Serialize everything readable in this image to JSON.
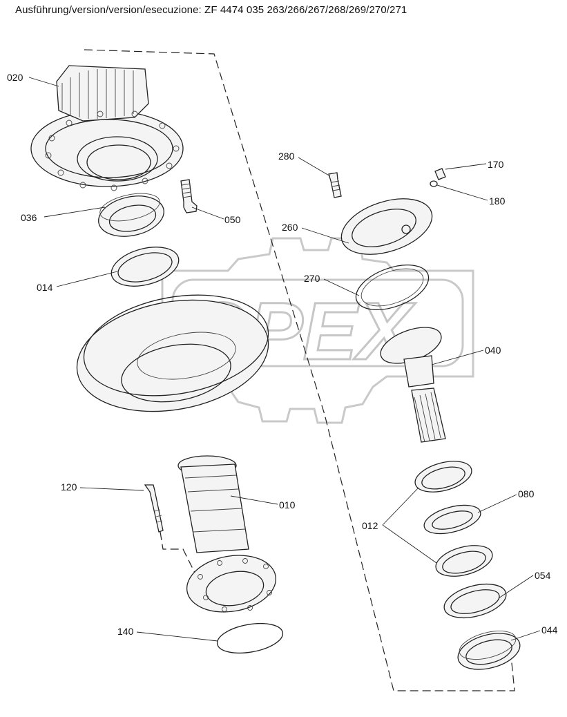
{
  "title": "Ausführung/version/version/esecuzione: ZF 4474 035 263/266/267/268/269/270/271",
  "watermark": "OPEX",
  "callouts": {
    "c020": "020",
    "c036": "036",
    "c014": "014",
    "c050": "050",
    "c280": "280",
    "c170": "170",
    "c180": "180",
    "c260": "260",
    "c270": "270",
    "c040": "040",
    "c120": "120",
    "c010": "010",
    "c012": "012",
    "c080": "080",
    "c054": "054",
    "c044": "044",
    "c140": "140"
  }
}
